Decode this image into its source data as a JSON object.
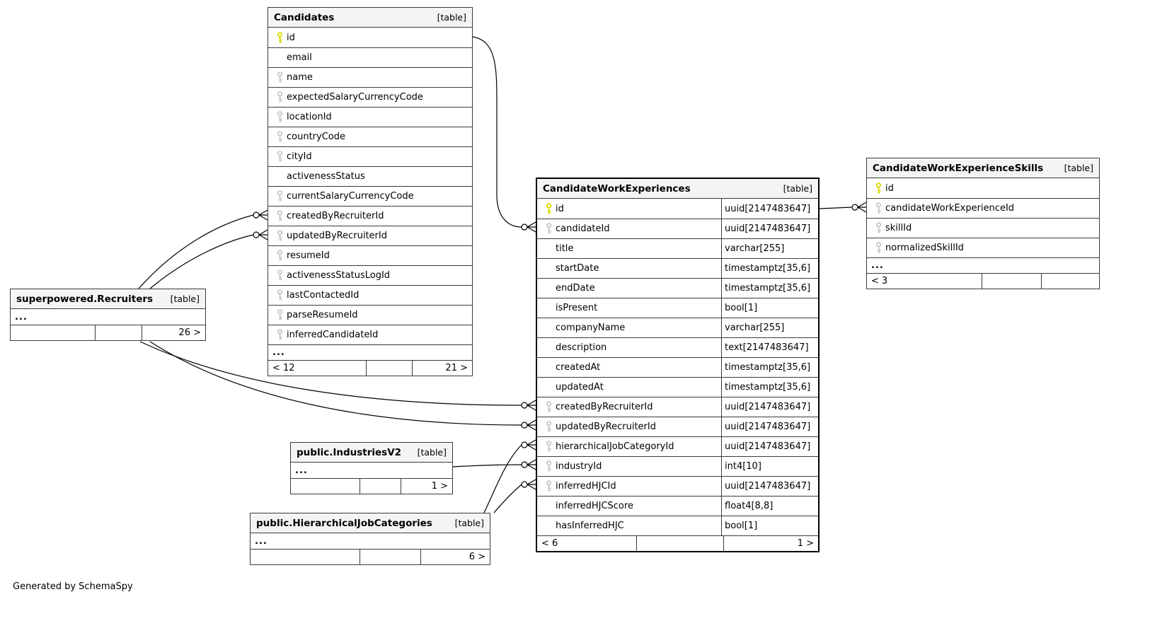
{
  "note": "Generated by SchemaSpy",
  "colors": {
    "primary_key": "#d9d900",
    "foreign_key": "#c6c6c6",
    "header_bg": "#f4f4f4",
    "line": "#000000"
  },
  "tables": [
    {
      "title": "Candidates",
      "tag": "[table]",
      "rows": [
        {
          "name": "id",
          "icon": "pk"
        },
        {
          "name": "email",
          "icon": "none"
        },
        {
          "name": "name",
          "icon": "fk"
        },
        {
          "name": "expectedSalaryCurrencyCode",
          "icon": "fk"
        },
        {
          "name": "locationId",
          "icon": "fk"
        },
        {
          "name": "countryCode",
          "icon": "fk"
        },
        {
          "name": "cityId",
          "icon": "fk"
        },
        {
          "name": "activenessStatus",
          "icon": "none"
        },
        {
          "name": "currentSalaryCurrencyCode",
          "icon": "fk"
        },
        {
          "name": "createdByRecruiterId",
          "icon": "fk"
        },
        {
          "name": "updatedByRecruiterId",
          "icon": "fk"
        },
        {
          "name": "resumeId",
          "icon": "fk"
        },
        {
          "name": "activenessStatusLogId",
          "icon": "fk"
        },
        {
          "name": "lastContactedId",
          "icon": "fk"
        },
        {
          "name": "parseResumeId",
          "icon": "fk"
        },
        {
          "name": "inferredCandidateId",
          "icon": "fk"
        }
      ],
      "ellipsis": "...",
      "footer": {
        "left": "< 12",
        "middle": "",
        "right": "21 >"
      }
    },
    {
      "title": "CandidateWorkExperiences",
      "tag": "[table]",
      "rows": [
        {
          "name": "id",
          "icon": "pk",
          "type": "uuid[2147483647]"
        },
        {
          "name": "candidateId",
          "icon": "fk",
          "type": "uuid[2147483647]"
        },
        {
          "name": "title",
          "icon": "none",
          "type": "varchar[255]"
        },
        {
          "name": "startDate",
          "icon": "none",
          "type": "timestamptz[35,6]"
        },
        {
          "name": "endDate",
          "icon": "none",
          "type": "timestamptz[35,6]"
        },
        {
          "name": "isPresent",
          "icon": "none",
          "type": "bool[1]"
        },
        {
          "name": "companyName",
          "icon": "none",
          "type": "varchar[255]"
        },
        {
          "name": "description",
          "icon": "none",
          "type": "text[2147483647]"
        },
        {
          "name": "createdAt",
          "icon": "none",
          "type": "timestamptz[35,6]"
        },
        {
          "name": "updatedAt",
          "icon": "none",
          "type": "timestamptz[35,6]"
        },
        {
          "name": "createdByRecruiterId",
          "icon": "fk",
          "type": "uuid[2147483647]"
        },
        {
          "name": "updatedByRecruiterId",
          "icon": "fk",
          "type": "uuid[2147483647]"
        },
        {
          "name": "hierarchicalJobCategoryId",
          "icon": "fk",
          "type": "uuid[2147483647]"
        },
        {
          "name": "industryId",
          "icon": "fk",
          "type": "int4[10]"
        },
        {
          "name": "inferredHJCId",
          "icon": "fk",
          "type": "uuid[2147483647]"
        },
        {
          "name": "inferredHJCScore",
          "icon": "none",
          "type": "float4[8,8]"
        },
        {
          "name": "hasInferredHJC",
          "icon": "none",
          "type": "bool[1]"
        }
      ],
      "footer": {
        "left": "< 6",
        "middle": "",
        "right": "1 >"
      }
    },
    {
      "title": "CandidateWorkExperienceSkills",
      "tag": "[table]",
      "rows": [
        {
          "name": "id",
          "icon": "pk"
        },
        {
          "name": "candidateWorkExperienceId",
          "icon": "fk"
        },
        {
          "name": "skillId",
          "icon": "fk"
        },
        {
          "name": "normalizedSkillId",
          "icon": "fk"
        }
      ],
      "ellipsis": "...",
      "footer": {
        "left": "< 3",
        "middle": "",
        "right": ""
      }
    },
    {
      "title": "superpowered.Recruiters",
      "tag": "[table]",
      "rows": [],
      "ellipsis": "...",
      "footer": {
        "left": "",
        "middle": "",
        "right": "26 >"
      }
    },
    {
      "title": "public.IndustriesV2",
      "tag": "[table]",
      "rows": [],
      "ellipsis": "...",
      "footer": {
        "left": "",
        "middle": "",
        "right": "1 >"
      }
    },
    {
      "title": "public.HierarchicalJobCategories",
      "tag": "[table]",
      "rows": [],
      "ellipsis": "...",
      "footer": {
        "left": "",
        "middle": "",
        "right": "6 >"
      }
    }
  ]
}
